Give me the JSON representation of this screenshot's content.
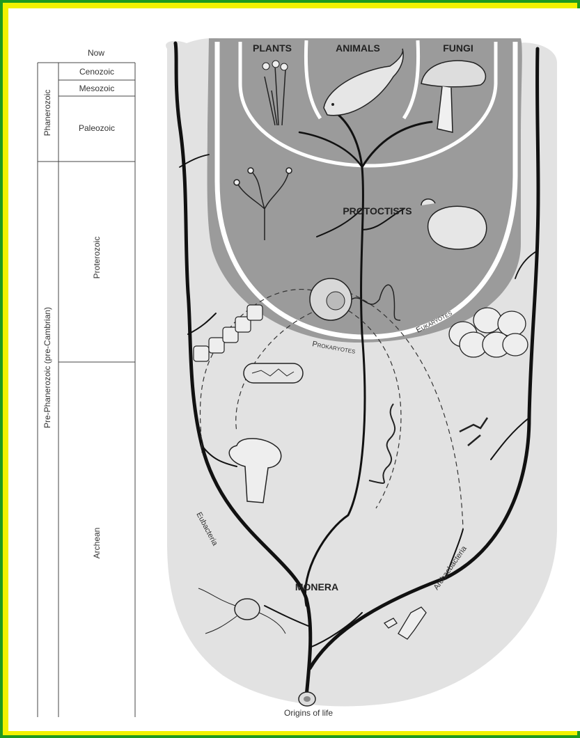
{
  "timescale": {
    "now_label": "Now",
    "eras": [
      "Cenozoic",
      "Mesozoic",
      "Paleozoic",
      "Proterozoic",
      "Archean"
    ],
    "eons": [
      "Phanerozoic",
      "Pre-Phanerozoic (pre-Cambrian)"
    ]
  },
  "kingdoms": {
    "plants": "PLANTS",
    "animals": "ANIMALS",
    "fungi": "FUNGI",
    "protoctists": "PROTOCTISTS",
    "monera": "MONERA"
  },
  "boundaries": {
    "eukaryotes": "Eukaryotes",
    "prokaryotes": "Prokaryotes"
  },
  "lineages": {
    "eubacteria": "Eubacteria",
    "archaebacteria": "Archaebacteria"
  },
  "origin": "Origins of life",
  "colors": {
    "outer_border": "#1f9a1f",
    "inner_border": "#f2f200",
    "background": "#ffffff",
    "prokaryote_zone": "#e2e2e2",
    "eukaryote_zone": "#9b9b9b",
    "branch": "#111111"
  }
}
